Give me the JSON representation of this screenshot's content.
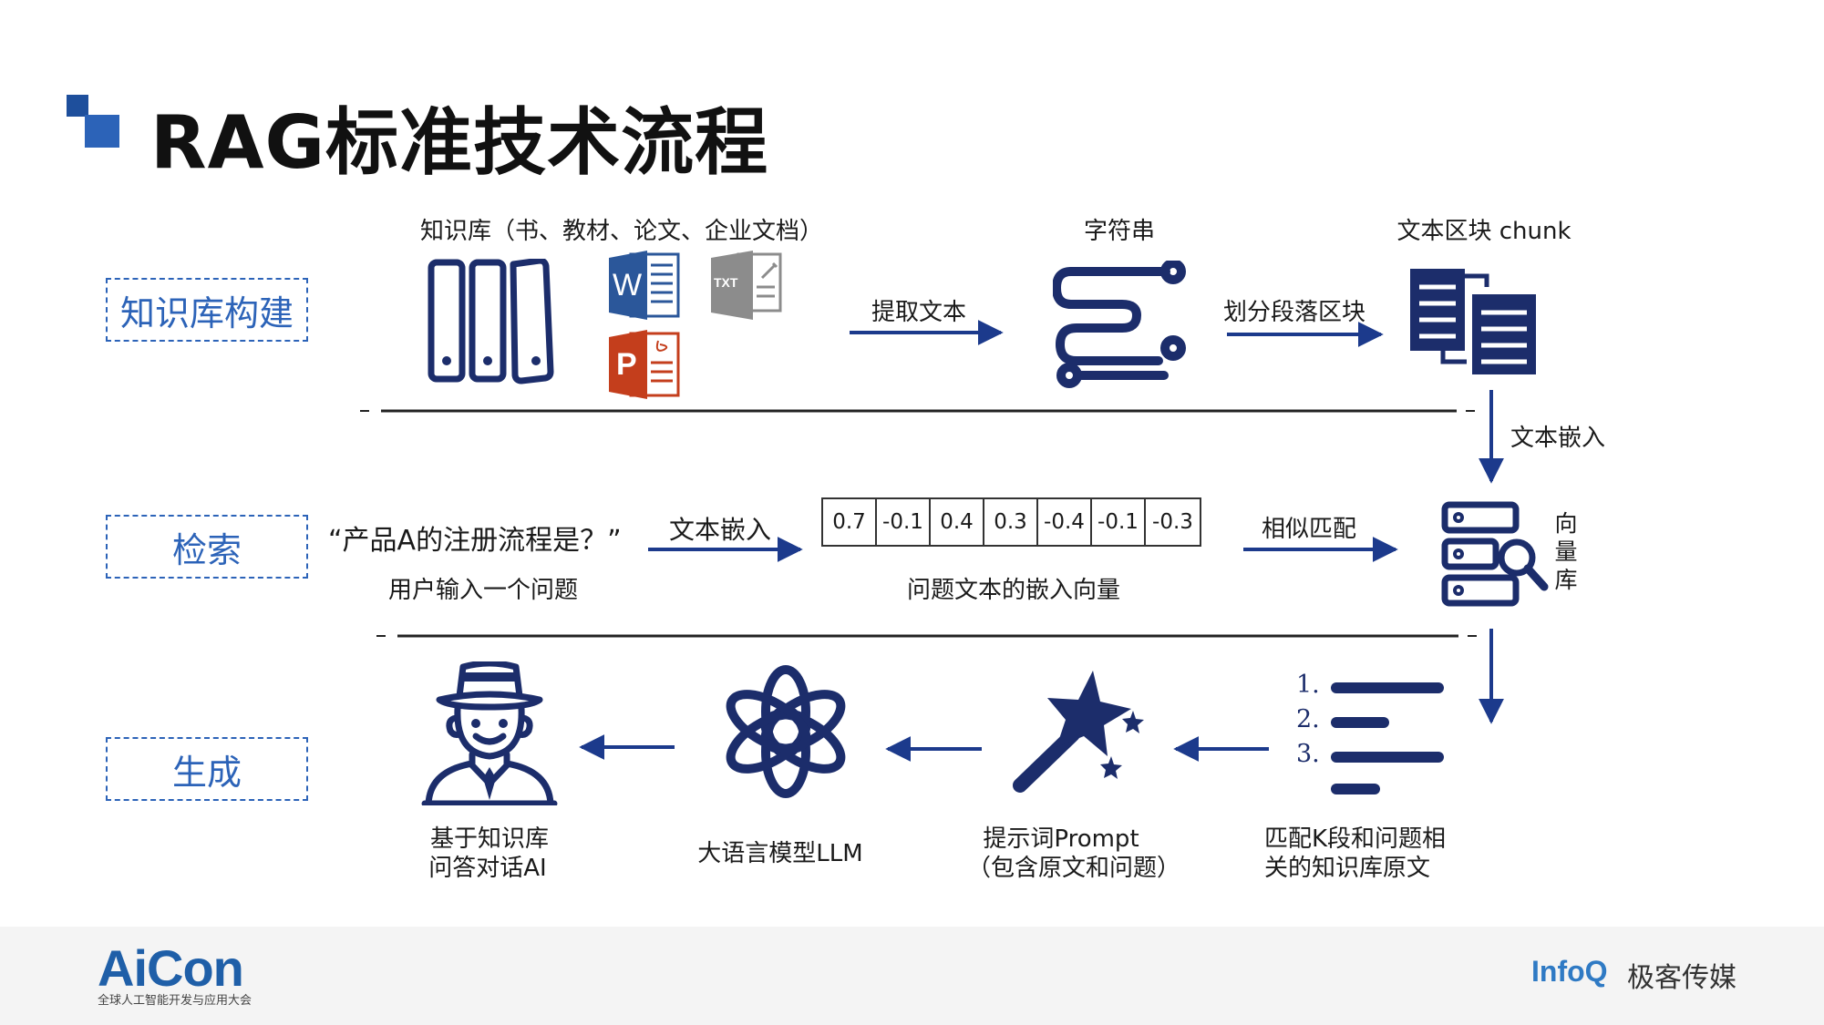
{
  "title": "RAG标准技术流程",
  "colors": {
    "accent": "#2c63b8",
    "navy": "#1c2d6b",
    "word_blue": "#2b579a",
    "ppt_red": "#c43e1c"
  },
  "stages": {
    "build": "知识库构建",
    "retrieve": "检索",
    "generate": "生成"
  },
  "row1": {
    "kb_label": "知识库（书、教材、论文、企业文档）",
    "extract": "提取文本",
    "string_label": "字符串",
    "split": "划分段落区块",
    "chunk_label": "文本区块 chunk",
    "embed_down": "文本嵌入",
    "txt_icon": "TXT",
    "word_icon": "W",
    "ppt_icon": "P"
  },
  "row2": {
    "query": "“产品A的注册流程是？”",
    "query_sub": "用户输入一个问题",
    "embed": "文本嵌入",
    "vector": [
      "0.7",
      "-0.1",
      "0.4",
      "0.3",
      "-0.4",
      "-0.1",
      "-0.3"
    ],
    "vector_label": "问题文本的嵌入向量",
    "match": "相似匹配",
    "vdb_label": [
      "向",
      "量",
      "库"
    ]
  },
  "row3": {
    "topk_line1": "匹配K段和问题相",
    "topk_line2": "关的知识库原文",
    "list_nums": [
      "1.",
      "2.",
      "3."
    ],
    "prompt_line1": "提示词Prompt",
    "prompt_line2": "（包含原文和问题）",
    "llm_label": "大语言模型LLM",
    "ai_line1": "基于知识库",
    "ai_line2": "问答对话AI"
  },
  "footer": {
    "aicon": "AiCon",
    "aicon_sub": "全球人工智能开发与应用大会",
    "infoq": "InfoQ",
    "geek": "极客传媒"
  }
}
